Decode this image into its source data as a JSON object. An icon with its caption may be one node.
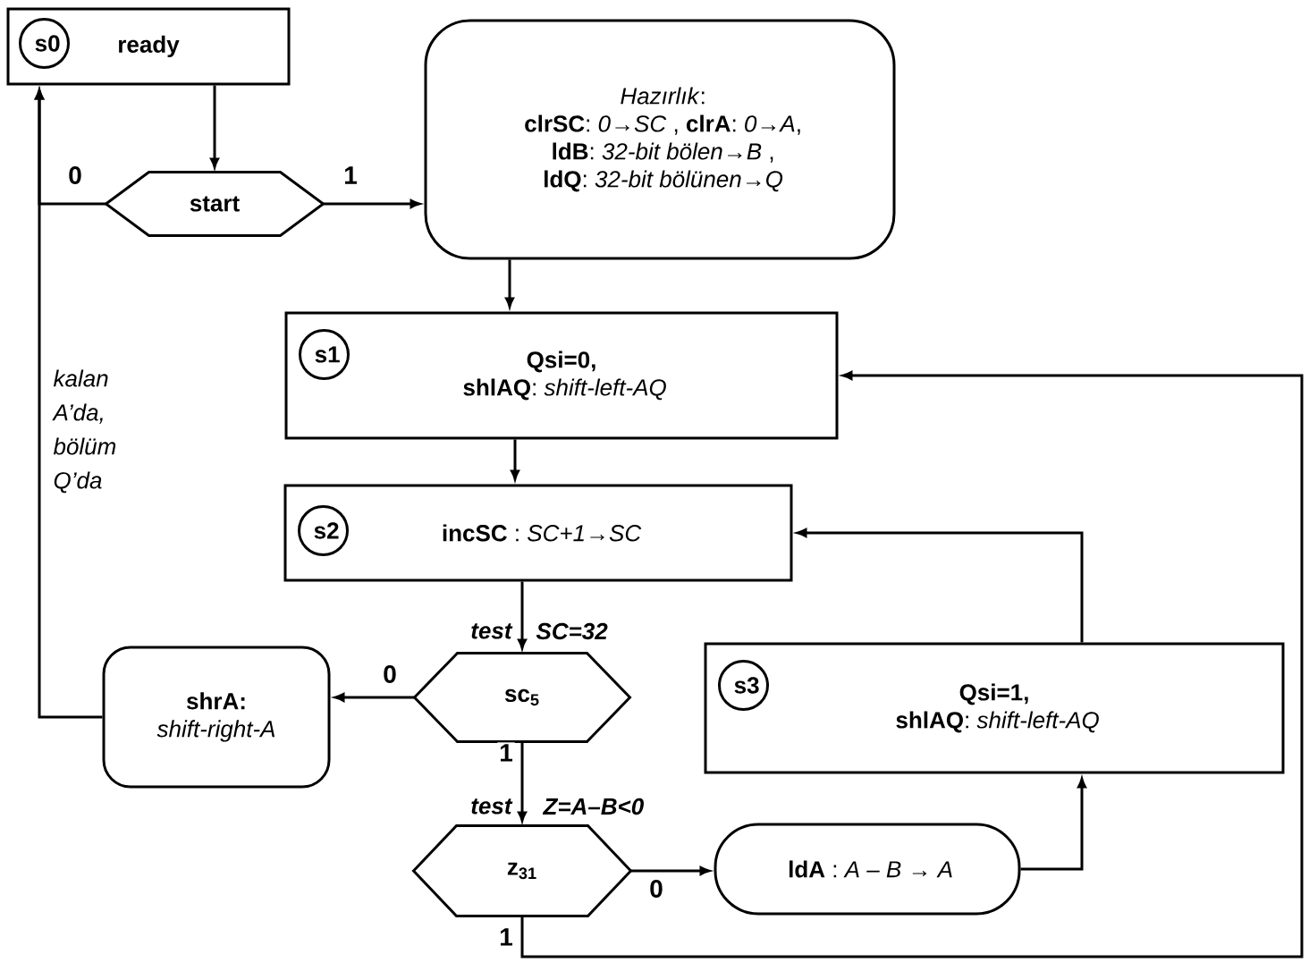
{
  "diagram": {
    "nodes": [
      {
        "text": [
          "ready"
        ]
      },
      {
        "text": [
          "s0"
        ],
        "in": 0
      },
      {
        "text": [
          "start"
        ]
      },
      {
        "text": [
          "*Hazırlık*:",
          "**clrSC**: *0→SC* , **clrA**: *0→A*,",
          "**ldB**: *32-bit bölen→B* ,",
          "**ldQ**: *32-bit bölünen→Q*"
        ]
      },
      {
        "text": [
          "Qsi=0,",
          "**shlAQ**: *shift-left-AQ*"
        ]
      },
      {
        "text": [
          "s1"
        ],
        "in": 4
      },
      {
        "text": [
          "**incSC** : *SC+1→SC*"
        ]
      },
      {
        "text": [
          "s2"
        ],
        "in": 6
      },
      {
        "text": [
          "sc$_{5}$"
        ]
      },
      {
        "text": [
          "shrA:",
          "shift-right-A"
        ]
      },
      {
        "text": [
          "Qsi=1,",
          "**shlAQ**: *shift-left-AQ*"
        ]
      },
      {
        "text": [
          "s3"
        ],
        "in": 10
      },
      {
        "text": [
          "z$_{31}$"
        ]
      },
      {
        "text": [
          "**ldA** : *A – B → A*"
        ]
      }
    ],
    "edges": [
      {
        "from": 0,
        "to": 2,
        "arrow": "to"
      },
      {
        "from": 2,
        "to": 0,
        "arrow": "to",
        "label": "0"
      },
      {
        "from": 2,
        "to": 3,
        "arrow": "to",
        "label": "1"
      },
      {
        "from": 3,
        "to": 4,
        "arrow": "to"
      },
      {
        "from": 4,
        "to": 6,
        "arrow": "to"
      },
      {
        "from": 6,
        "to": 8,
        "arrow": "to"
      },
      {
        "from": 8,
        "to": 9,
        "arrow": "to",
        "label": "0"
      },
      {
        "from": 8,
        "to": 12,
        "arrow": "to",
        "label": "1"
      },
      {
        "from": 12,
        "to": 13,
        "arrow": "to",
        "label": "0"
      },
      {
        "from": 13,
        "to": 10,
        "arrow": "to"
      },
      {
        "from": 10,
        "to": 6,
        "arrow": "to"
      },
      {
        "from": 12,
        "to": 4,
        "arrow": "to",
        "label": "1"
      },
      {
        "from": 9,
        "to": 0,
        "arrow": "to"
      }
    ],
    "labels": [
      "kalan A’da, bölüm Q’da",
      "test",
      "SC=32",
      "test",
      "Z=A–B<0"
    ]
  }
}
